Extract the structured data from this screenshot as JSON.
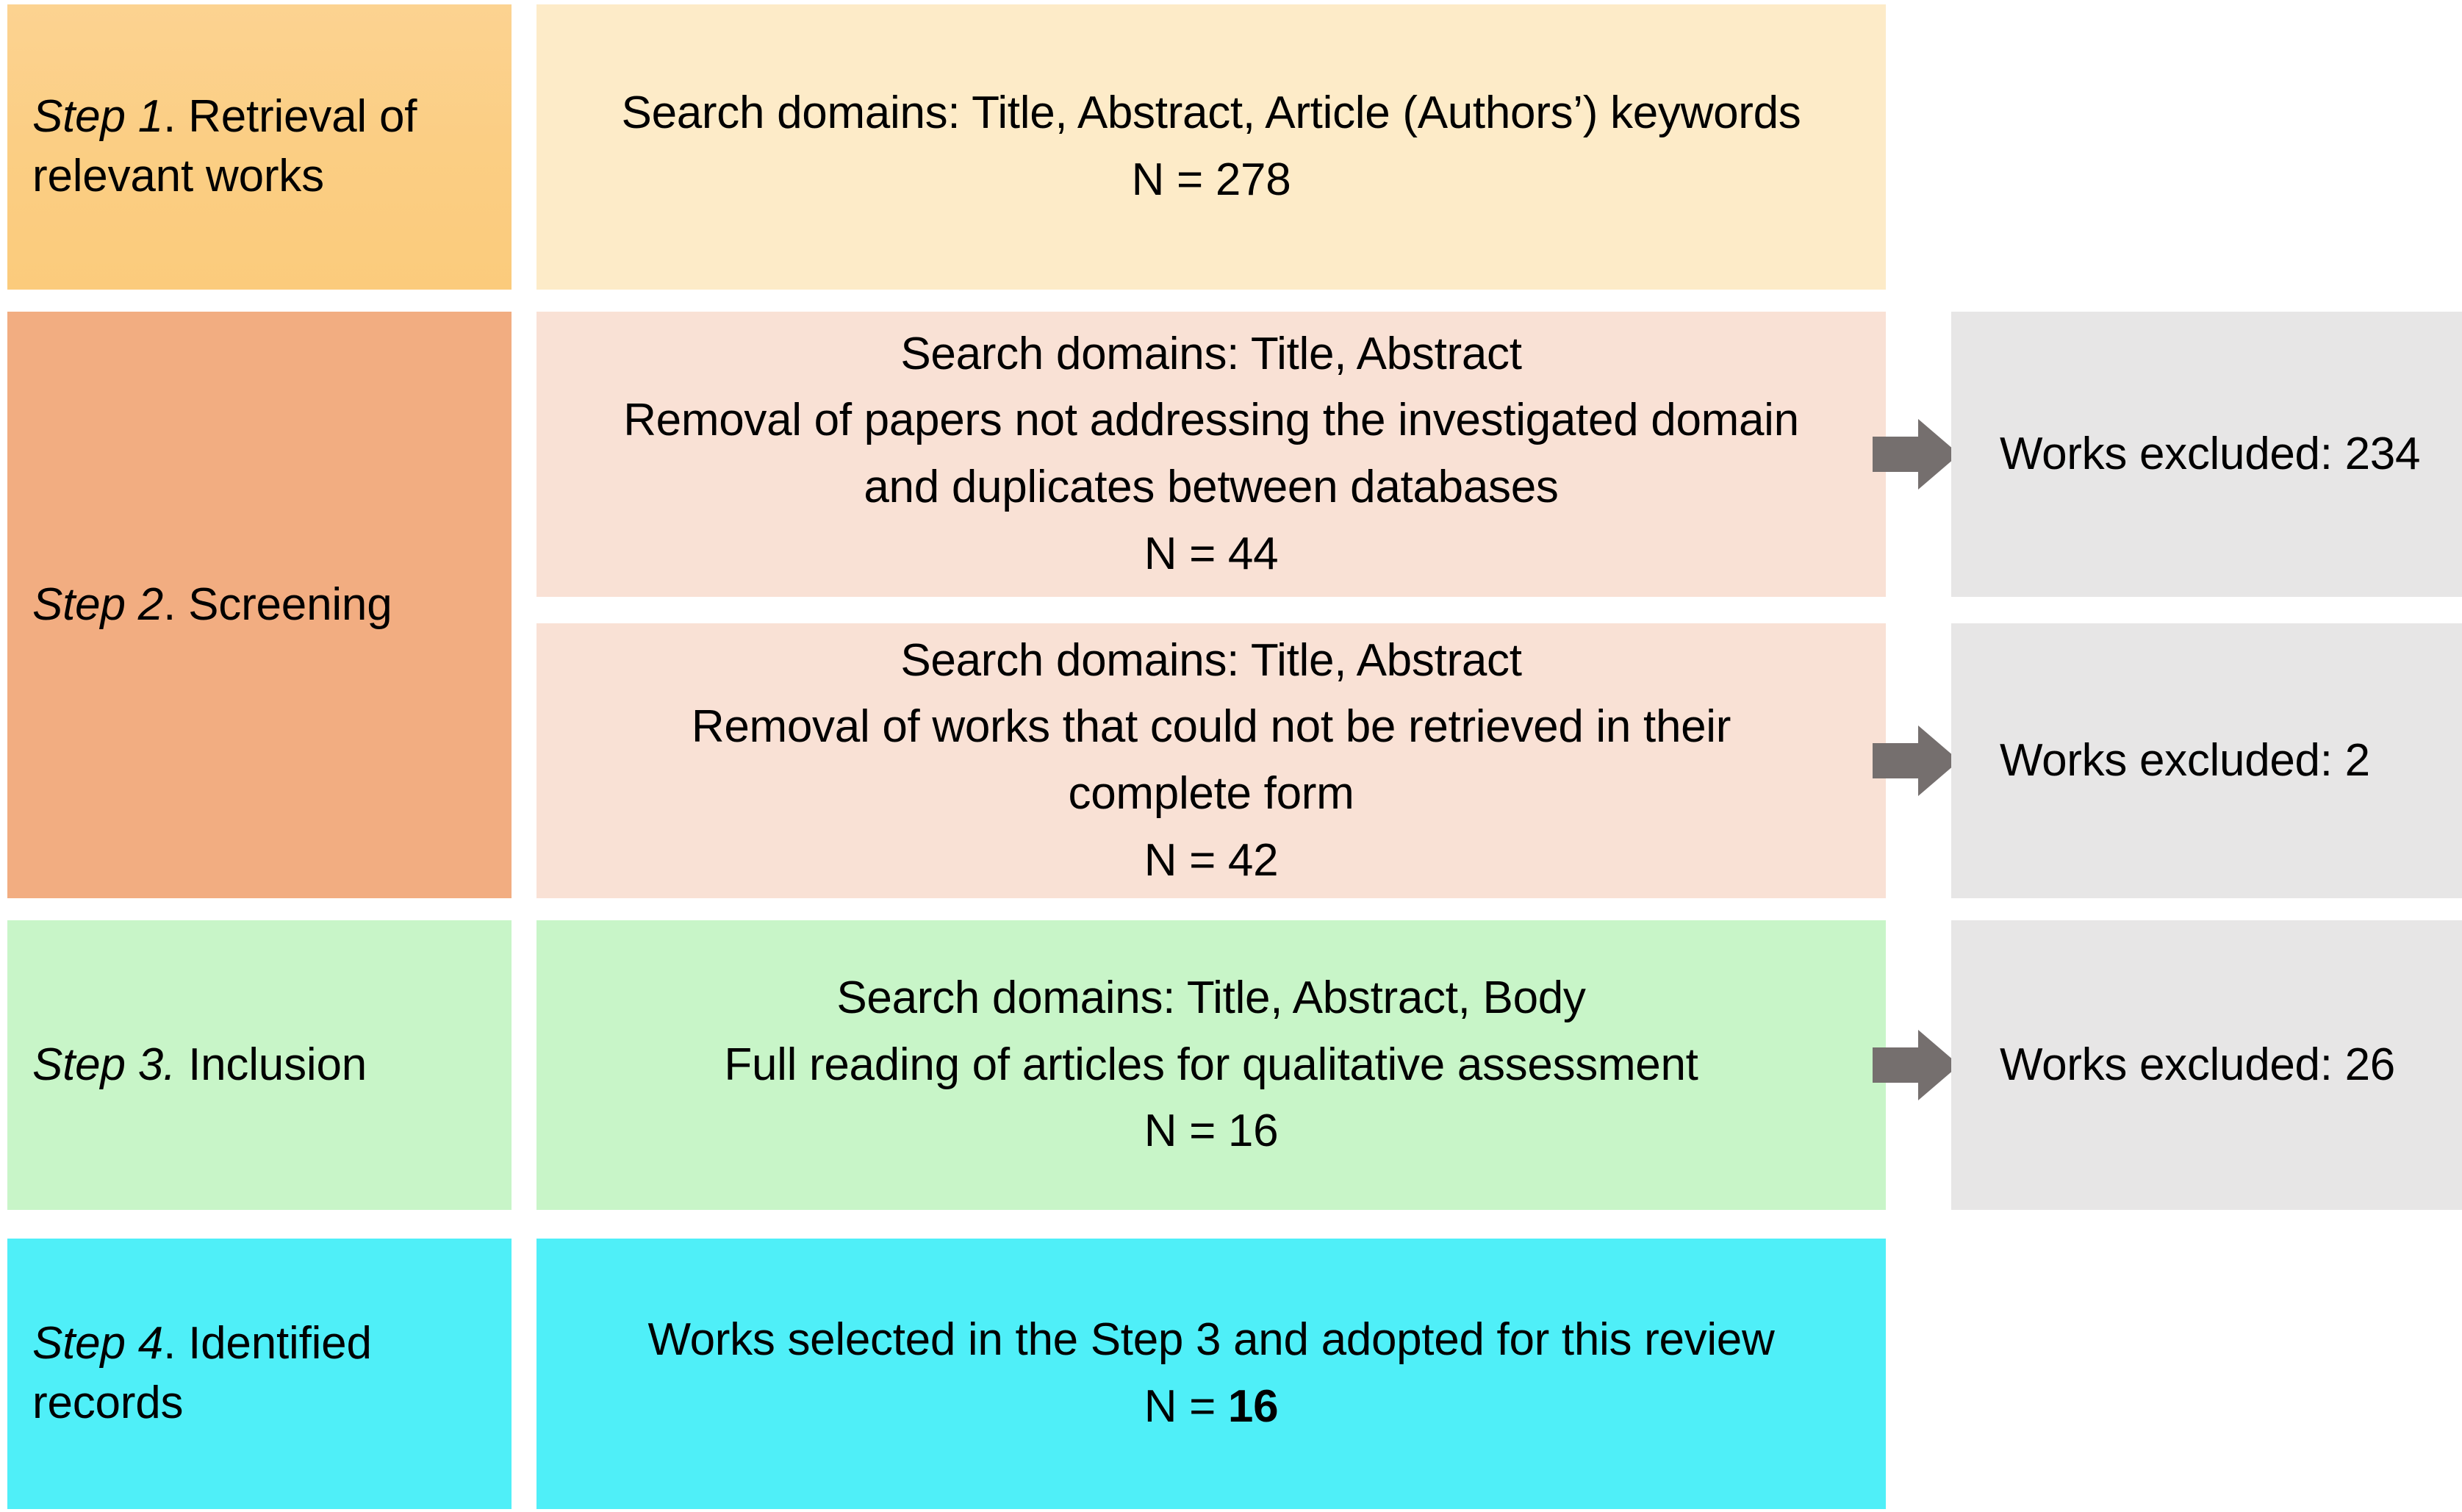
{
  "diagram": {
    "title": "Study selection flow diagram",
    "colors": {
      "step1_label_bg": "#FBCE84",
      "step1_content_bg": "#FDEBC8",
      "step2_label_bg": "#F2AD81",
      "step2_content_bg": "#F9E1D5",
      "step3_bg": "#C8F5C8",
      "step4_bg": "#4FEFF8",
      "excluded_bg": "#E7E6E6",
      "arrow": "#756F6E",
      "text": "#000000"
    }
  },
  "steps": [
    {
      "id": "step-1",
      "label_emphasis": "Step 1",
      "label_rest": ". Retrieval of relevant works",
      "blocks": [
        {
          "id": "step-1-block-1",
          "lines": [
            "Search domains: Title, Abstract, Article (Authors’) keywords",
            "N = 278"
          ],
          "n_label": "N = 278",
          "n_value": 278,
          "excluded": null
        }
      ]
    },
    {
      "id": "step-2",
      "label_emphasis": "Step 2",
      "label_rest": ". Screening",
      "blocks": [
        {
          "id": "step-2-block-1",
          "lines": [
            "Search domains: Title, Abstract",
            "Removal of papers not addressing the investigated domain",
            "and duplicates between databases",
            "N = 44"
          ],
          "n_label": "N = 44",
          "n_value": 44,
          "excluded": {
            "label": "Works excluded: 234",
            "value": 234
          }
        },
        {
          "id": "step-2-block-2",
          "lines": [
            "Search domains: Title, Abstract",
            "Removal of works that could not be retrieved in their",
            "complete form",
            "N = 42"
          ],
          "n_label": "N = 42",
          "n_value": 42,
          "excluded": {
            "label": "Works excluded: 2",
            "value": 2
          }
        }
      ]
    },
    {
      "id": "step-3",
      "label_emphasis": "Step 3.",
      "label_rest": " Inclusion",
      "blocks": [
        {
          "id": "step-3-block-1",
          "lines": [
            "Search domains: Title, Abstract, Body",
            "Full reading of articles for qualitative assessment",
            "N = 16"
          ],
          "n_label": "N = 16",
          "n_value": 16,
          "excluded": {
            "label": "Works excluded: 26",
            "value": 26
          }
        }
      ]
    },
    {
      "id": "step-4",
      "label_emphasis": "Step 4",
      "label_rest": ". Identified records",
      "blocks": [
        {
          "id": "step-4-block-1",
          "lines": [
            "Works selected in the Step 3 and adopted for this review",
            "N = 16"
          ],
          "n_prefix": "N = ",
          "n_bold": "16",
          "n_value": 16,
          "excluded": null
        }
      ]
    }
  ],
  "text": {
    "s1_line1": "Search domains: Title, Abstract, Article (Authors’) keywords",
    "s1_line2": "N = 278",
    "s2a_line1": "Search domains: Title, Abstract",
    "s2a_line2": "Removal of papers not addressing the investigated domain",
    "s2a_line3": "and duplicates between databases",
    "s2a_line4": "N = 44",
    "s2b_line1": "Search domains: Title, Abstract",
    "s2b_line2": "Removal of works that could not be retrieved in their",
    "s2b_line3": "complete form",
    "s2b_line4": "N = 42",
    "s3_line1": "Search domains: Title, Abstract, Body",
    "s3_line2": "Full reading of articles for qualitative assessment",
    "s3_line3": "N = 16",
    "s4_line1": "Works selected in the Step 3 and adopted for this review",
    "s4_n_prefix": "N = ",
    "s4_n_bold": "16",
    "excl_1": "Works excluded: 234",
    "excl_2": "Works excluded: 2",
    "excl_3": "Works excluded: 26",
    "label1_em": "Step 1",
    "label1_rest": ". Retrieval of relevant works",
    "label2_em": "Step 2",
    "label2_rest": ". Screening",
    "label3_em": "Step 3.",
    "label3_rest": " Inclusion",
    "label4_em": "Step 4",
    "label4_rest": ". Identified records"
  }
}
